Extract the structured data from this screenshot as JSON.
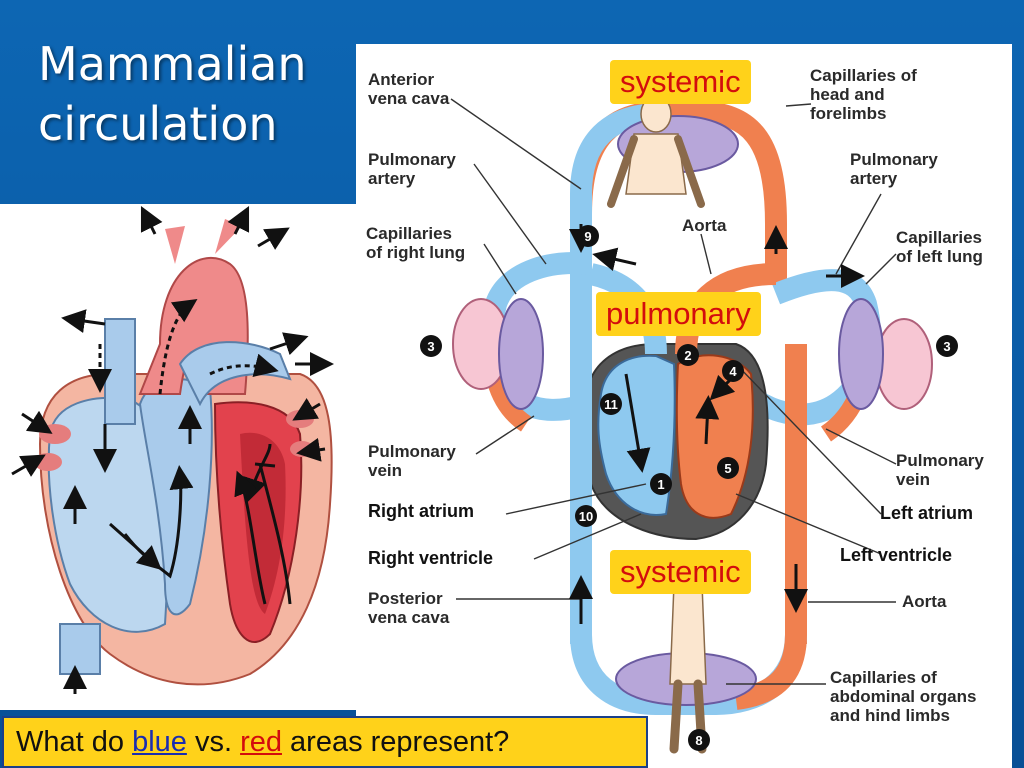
{
  "slide": {
    "title_line1": "Mammalian",
    "title_line2": "circulation"
  },
  "diagram": {
    "labels": {
      "anterior_vena_cava": "Anterior\nvena cava",
      "pulmonary_artery_left": "Pulmonary\nartery",
      "capillaries_right_lung": "Capillaries\nof right lung",
      "pulmonary_vein_left": "Pulmonary\nvein",
      "right_atrium": "Right atrium",
      "right_ventricle": "Right ventricle",
      "posterior_vena_cava": "Posterior\nvena cava",
      "capillaries_head": "Capillaries of\nhead and\nforelimbs",
      "pulmonary_artery_right": "Pulmonary\nartery",
      "aorta_top": "Aorta",
      "capillaries_left_lung": "Capillaries\nof left lung",
      "pulmonary_vein_right": "Pulmonary\nvein",
      "left_atrium": "Left atrium",
      "left_ventricle": "Left ventricle",
      "aorta_bottom": "Aorta",
      "capillaries_abdominal": "Capillaries of\nabdominal organs\nand hind limbs"
    },
    "tags": {
      "systemic_top": "systemic",
      "pulmonary": "pulmonary",
      "systemic_bottom": "systemic"
    },
    "step_numbers": [
      "1",
      "2",
      "3",
      "3",
      "4",
      "5",
      "8",
      "9",
      "10",
      "11"
    ]
  },
  "question": {
    "prefix": "What do ",
    "blue": "blue",
    "middle": " vs. ",
    "red": "red",
    "suffix": " areas represent?"
  },
  "colors": {
    "background": "#0a5ea8",
    "tag_fill": "#ffd21a",
    "tag_text": "#d30d0d",
    "deoxygenated": "#8ec9ef",
    "oxygenated": "#f0804f"
  }
}
